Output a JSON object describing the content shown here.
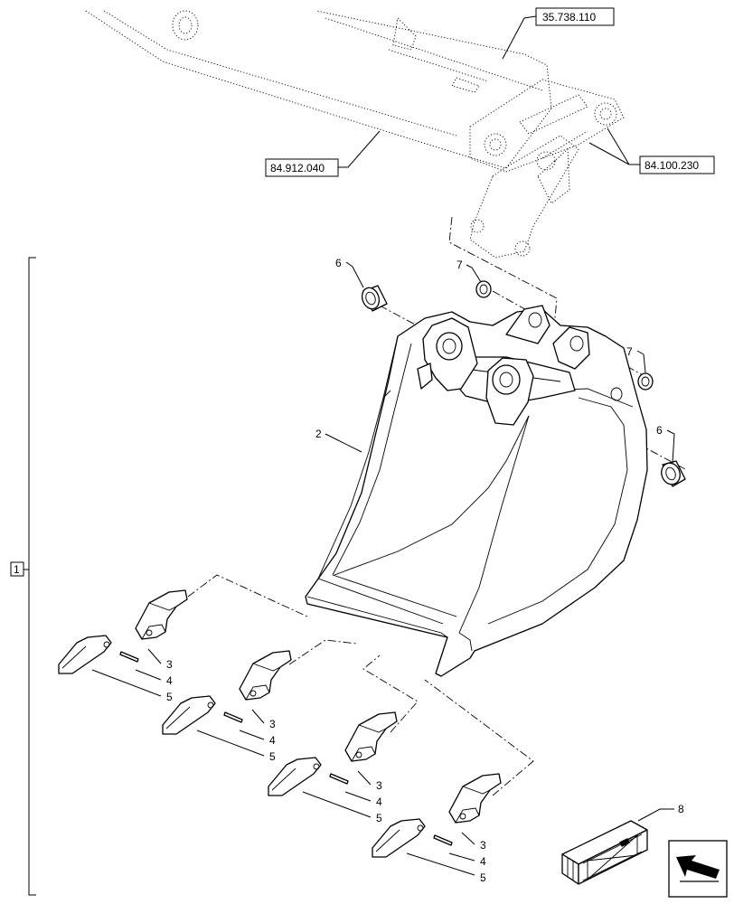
{
  "references": [
    {
      "id": "ref-top",
      "text": "35.738.110"
    },
    {
      "id": "ref-left",
      "text": "84.912.040"
    },
    {
      "id": "ref-right",
      "text": "84.100.230"
    }
  ],
  "assembly_label": "1",
  "item_labels": {
    "bucket": "2",
    "adapter": "3",
    "pin": "4",
    "tooth": "5",
    "bushing_large": "6",
    "bushing_small": "7",
    "kit": "8"
  }
}
